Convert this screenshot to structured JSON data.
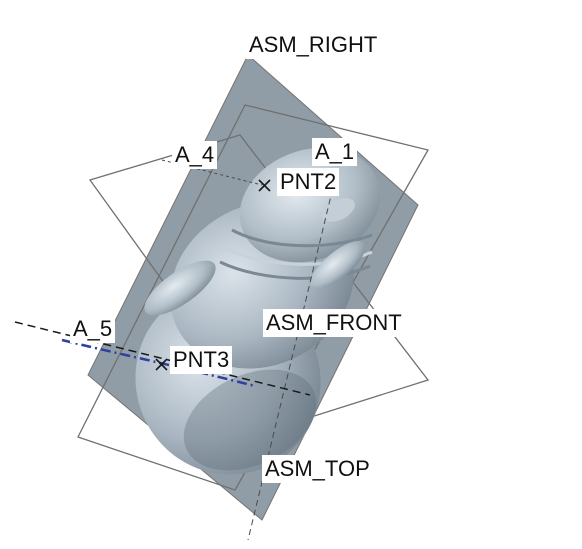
{
  "viewport": {
    "background": "#ffffff",
    "plane_fill": "#8c98a2",
    "plane_edge": "#6c6c6c",
    "model_color": "#a9b6c0",
    "axis_color": "#1a1a1a",
    "datum_point_color": "#1a1a1a",
    "sketch_highlight_color": "#2f3fa0"
  },
  "datum_planes": {
    "right": "ASM_RIGHT",
    "front": "ASM_FRONT",
    "top": "ASM_TOP"
  },
  "datum_axes": {
    "a4": "A_4",
    "a1": "A_1",
    "a5": "A_5"
  },
  "datum_points": {
    "pnt2": "PNT2",
    "pnt3": "PNT3"
  }
}
